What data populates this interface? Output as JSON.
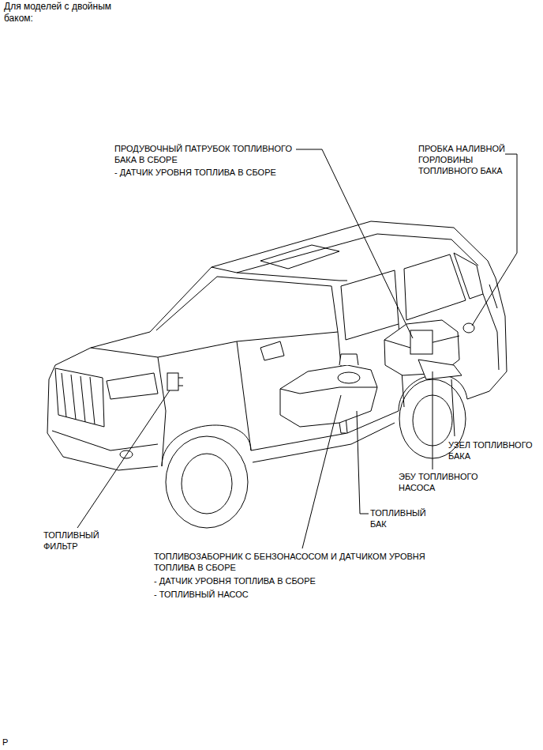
{
  "diagram": {
    "title": "Для моделей с двойным баком:",
    "labels": [
      "ПРОДУВОЧНЫЙ ПАТРУБОК ТОПЛИВНОГО БАКА В СБОРЕ",
      "- ДАТЧИК УРОВНЯ ТОПЛИВА В СБОРЕ",
      "ПРОБКА НАЛИВНОЙ ГОРЛОВИНЫ ТОПЛИВНОГО БАКА",
      "УЗЕЛ ТОПЛИВНОГО БАКА",
      "ЭБУ ТОПЛИВНОГО НАСОСА",
      "ТОПЛИВНЫЙ БАК",
      "ТОПЛИВНЫЙ ФИЛЬТР",
      "ТОПЛИВОЗАБОРНИК С БЕНЗОНАСОСОМ И ДАТЧИКОМ УРОВНЯ ТОПЛИВА В СБОРЕ",
      "- ДАТЧИК УРОВНЯ ТОПЛИВА В СБОРЕ",
      "- ТОПЛИВНЫЙ НАСОС",
      "P"
    ]
  }
}
